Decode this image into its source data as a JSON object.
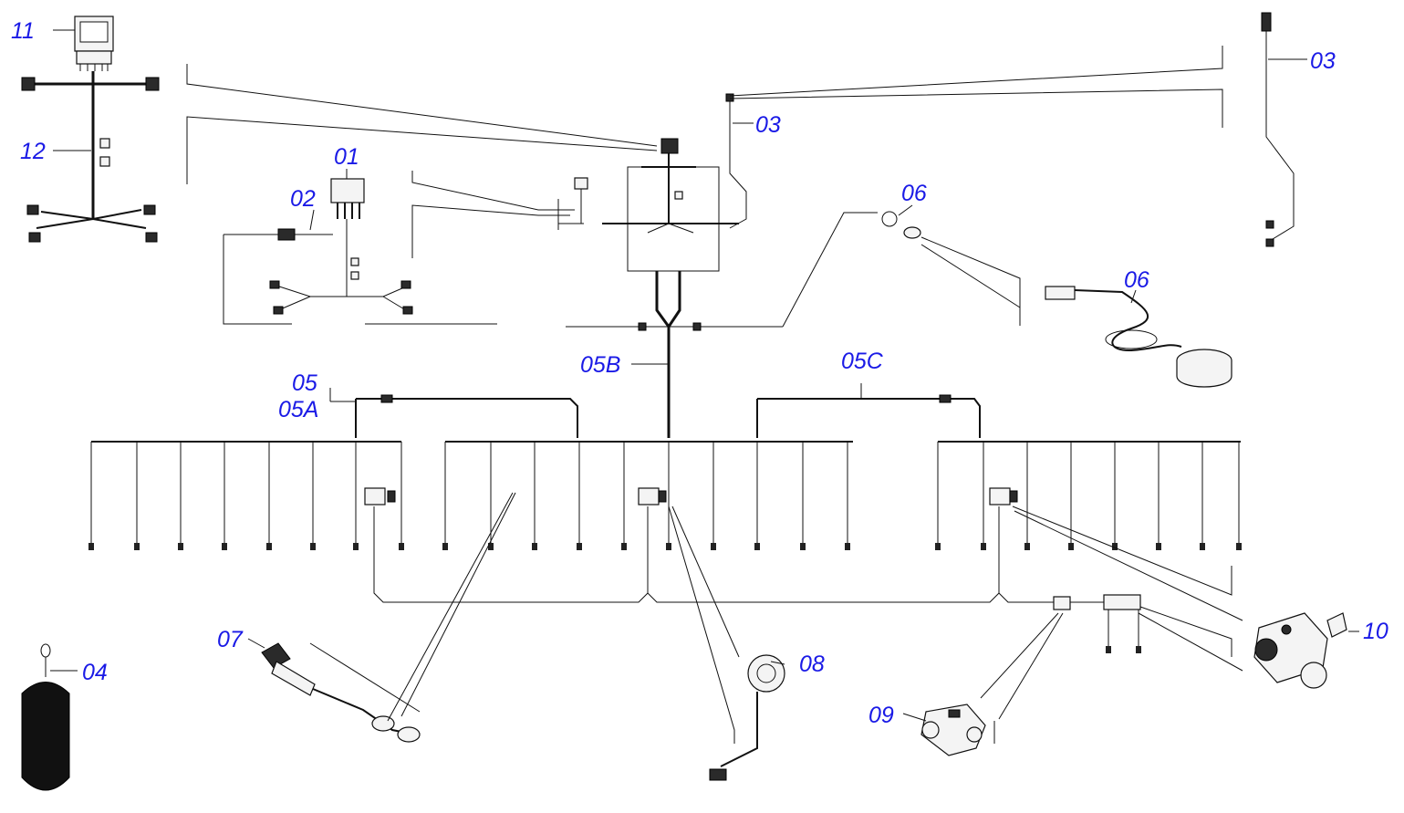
{
  "callouts": [
    {
      "id": "c11",
      "label": "11"
    },
    {
      "id": "c12",
      "label": "12"
    },
    {
      "id": "c01",
      "label": "01"
    },
    {
      "id": "c02",
      "label": "02"
    },
    {
      "id": "c03a",
      "label": "03"
    },
    {
      "id": "c03b",
      "label": "03"
    },
    {
      "id": "c06a",
      "label": "06"
    },
    {
      "id": "c06b",
      "label": "06"
    },
    {
      "id": "c05",
      "label": "05"
    },
    {
      "id": "c05A",
      "label": "05A"
    },
    {
      "id": "c05B",
      "label": "05B"
    },
    {
      "id": "c05C",
      "label": "05C"
    },
    {
      "id": "c04",
      "label": "04"
    },
    {
      "id": "c07",
      "label": "07"
    },
    {
      "id": "c08",
      "label": "08"
    },
    {
      "id": "c09",
      "label": "09"
    },
    {
      "id": "c10",
      "label": "10"
    }
  ],
  "colors": {
    "callout": "#1a1ae6",
    "line": "#111111"
  }
}
